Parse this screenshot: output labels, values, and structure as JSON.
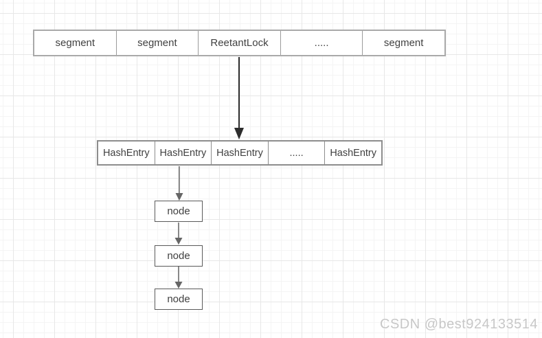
{
  "diagram": {
    "segment_row": {
      "cells": [
        "segment",
        "segment",
        "ReetantLock",
        ".....",
        "segment"
      ]
    },
    "hashentry_row": {
      "cells": [
        "HashEntry",
        "HashEntry",
        "HashEntry",
        ".....",
        "HashEntry"
      ]
    },
    "nodes": [
      "node",
      "node",
      "node"
    ],
    "colors": {
      "segment_row_border": "#a9a9a9",
      "hashentry_row_border": "#8c8c8c",
      "node_border": "#595959",
      "arrow_dark": "#2d2d2d",
      "arrow_gray": "#666666",
      "text": "#3f3f3f",
      "grid_minor": "#f4f4f4",
      "grid_major": "#e7e7e7",
      "watermark": "#c7c7c7"
    }
  },
  "watermark": {
    "text": "CSDN @best924133514"
  }
}
